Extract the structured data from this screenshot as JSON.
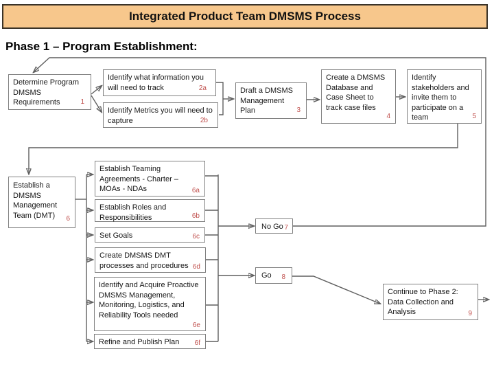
{
  "banner": {
    "title": "Integrated Product Team DMSMS Process",
    "bg_color": "#f7c78c"
  },
  "heading": "Phase 1 – Program Establishment:",
  "colors": {
    "box_border": "#7f7f7f",
    "connector_line": "#5f5f5f",
    "arrowhead": "#1a1a1a",
    "step_number": "#c0504d"
  },
  "boxes": [
    {
      "label": "Determine Program DMSMS Requirements",
      "num": "1"
    },
    {
      "label": "Identify what information you will need to track",
      "num": "2a"
    },
    {
      "label": "Identify Metrics you will need to capture",
      "num": "2b"
    },
    {
      "label": "Draft a DMSMS Management Plan",
      "num": "3"
    },
    {
      "label": "Create a DMSMS Database and Case Sheet to track case files",
      "num": "4"
    },
    {
      "label": "Identify stakeholders and invite them to participate on a team",
      "num": "5"
    },
    {
      "label": "Establish a DMSMS Management Team (DMT)",
      "num": "6"
    },
    {
      "label": "Establish Teaming Agreements - Charter – MOAs - NDAs",
      "num": "6a"
    },
    {
      "label": "Establish Roles and Responsibilities",
      "num": "6b"
    },
    {
      "label": "Set Goals",
      "num": "6c"
    },
    {
      "label": "Create DMSMS DMT processes and procedures",
      "num": "6d"
    },
    {
      "label": "Identify and Acquire Proactive DMSMS Management, Monitoring, Logistics, and Reliability Tools needed",
      "num": "6e"
    },
    {
      "label": "Refine and Publish Plan",
      "num": "6f"
    },
    {
      "label": "No Go",
      "num": "7"
    },
    {
      "label": "Go",
      "num": "8"
    },
    {
      "label": "Continue to Phase 2: Data Collection and Analysis",
      "num": "9"
    }
  ]
}
